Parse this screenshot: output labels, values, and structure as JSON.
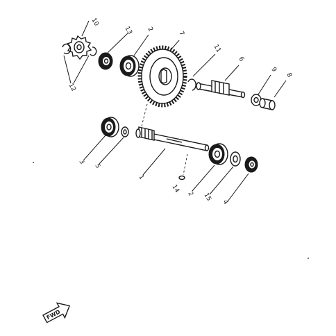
{
  "diagram": {
    "labels": {
      "l1": "1",
      "l2a": "2",
      "l2b": "2",
      "l3": "3",
      "l4": "4",
      "l5": "5",
      "l6": "6",
      "l7": "7",
      "l8": "8",
      "l9": "9",
      "l10": "10",
      "l11": "11",
      "l12": "12",
      "l13": "13",
      "l14": "14",
      "l15": "15"
    },
    "fwd_badge": "FWD"
  }
}
